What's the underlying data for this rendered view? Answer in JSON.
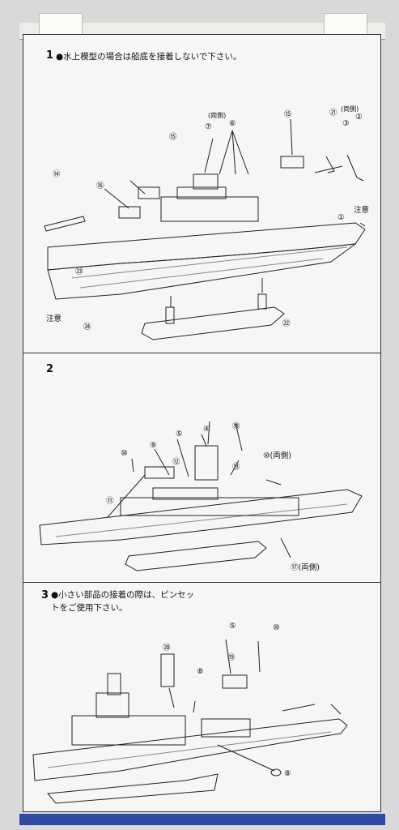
{
  "step1": {
    "number": "1",
    "instruction": "●水上模型の場合は船底を接着しないで下さい。",
    "labels": {
      "p15a": "⑮",
      "p7": "⑦",
      "p6": "⑥",
      "ryogawa_a": "(両側)",
      "p15b": "⑮",
      "p21": "㉑",
      "ryogawa_b": "(両側)",
      "p3": "③",
      "p2": "②",
      "p14": "⑭",
      "p16": "⑯",
      "p1": "①",
      "chui_a": "注意",
      "p23": "㉓",
      "chui_b": "注意",
      "p24": "㉔",
      "p22": "㉒"
    }
  },
  "step2": {
    "number": "2",
    "labels": {
      "p5": "⑤",
      "p4": "④",
      "p18": "⑱",
      "p10a": "⑩",
      "p9": "⑨",
      "p12": "⑫",
      "p13": "⑬",
      "p10b": "⑩(両側)",
      "p11": "⑪",
      "p17": "⑰(両側)"
    }
  },
  "step3": {
    "number": "3",
    "instruction_line1": "●小さい部品の接着の際は、ピンセッ",
    "instruction_line2": "トをご使用下さい。",
    "labels": {
      "p5": "⑤",
      "p10": "⑩",
      "p20": "⑳",
      "p19": "⑲",
      "p8a": "⑧",
      "p8b": "⑧"
    }
  }
}
